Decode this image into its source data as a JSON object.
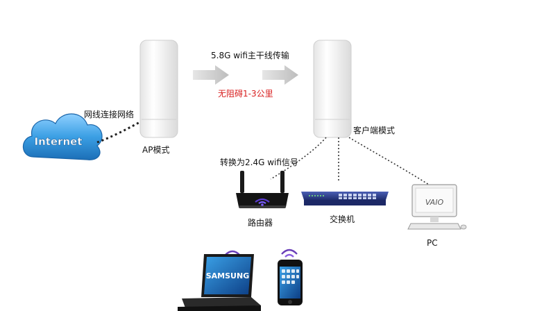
{
  "labels": {
    "backbone": "5.8G wifi主干线传输",
    "distance": "无阻碍1-3公里",
    "network_cable": "网线连接网络",
    "ap_mode": "AP模式",
    "client_mode": "客户端模式",
    "convert": "转换为2.4G wifi信号",
    "router": "路由器",
    "switch": "交换机",
    "pc": "PC"
  },
  "cloud_text": "Internet",
  "laptop_brand": "SAMSUNG",
  "pc_brand": "VAIO",
  "colors": {
    "cloud": "#2f8fd8",
    "arrow": "#c7c7c7",
    "red_text": "#d81e1e",
    "switch_body": "#2d3f8f",
    "wifi_signal": "#6a3fb7"
  }
}
